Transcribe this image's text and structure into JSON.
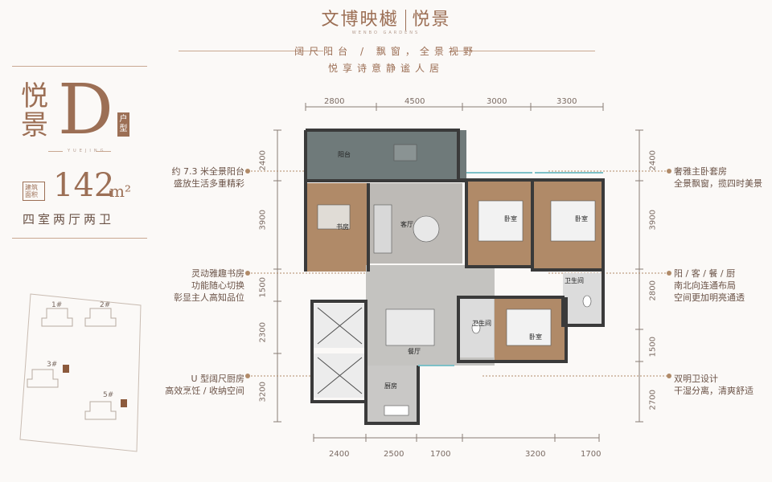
{
  "brand": {
    "name": "文博映樾",
    "sub_name": "悦景",
    "sub_en": "WENBO GARDENS"
  },
  "slogan": [
    "阔尺阳台 / 飘窗，全景视野",
    "悦享诗意静谧人居"
  ],
  "unit": {
    "name_chars": [
      "悦",
      "景"
    ],
    "letter": "D",
    "type_tag": "户型",
    "en_name": "YUEJING",
    "area_tag": "建筑面积",
    "area_value": "142",
    "area_unit": "m²",
    "config": "四室两厅两卫"
  },
  "annotations_left": [
    {
      "line1": "约 7.3 米全景阳台",
      "line2": "盛放生活多重精彩"
    },
    {
      "line1": "灵动雅趣书房",
      "line2": "功能随心切换",
      "line3": "彰显主人高知品位"
    },
    {
      "line1": "U 型阔尺厨房",
      "line2": "高效烹饪 / 收纳空间"
    }
  ],
  "annotations_right": [
    {
      "line1": "奢雅主卧套房",
      "line2": "全景飘窗，揽四时美景"
    },
    {
      "line1": "阳 / 客 / 餐 / 厨",
      "line2": "南北向连通布局",
      "line3": "空间更加明亮通透"
    },
    {
      "line1": "双明卫设计",
      "line2": "干湿分离，清爽舒适"
    }
  ],
  "dims_top": [
    "2800",
    "4500",
    "3000",
    "3300"
  ],
  "dims_bottom": [
    "2400",
    "2500",
    "1700",
    "3200",
    "1700"
  ],
  "dims_left": [
    "2400",
    "3900",
    "1500",
    "2300",
    "3200"
  ],
  "dims_right": [
    "2400",
    "3900",
    "2800",
    "1500",
    "2700"
  ],
  "rooms": {
    "balcony": "阳台",
    "study": "书房",
    "living": "客厅",
    "bedroom_a": "卧室",
    "bedroom_b": "卧室",
    "bath_a": "卫生间",
    "bath_b": "卫生间",
    "bedroom_c": "卧室",
    "dining": "餐厅",
    "kitchen": "厨房"
  },
  "site_map": {
    "buildings": [
      "1#",
      "2#",
      "3#",
      "5#"
    ]
  },
  "colors": {
    "accent": "#9c6f55",
    "wood": "#b08a68",
    "floor": "#bfbcb8",
    "wall": "#3a3a3a"
  }
}
